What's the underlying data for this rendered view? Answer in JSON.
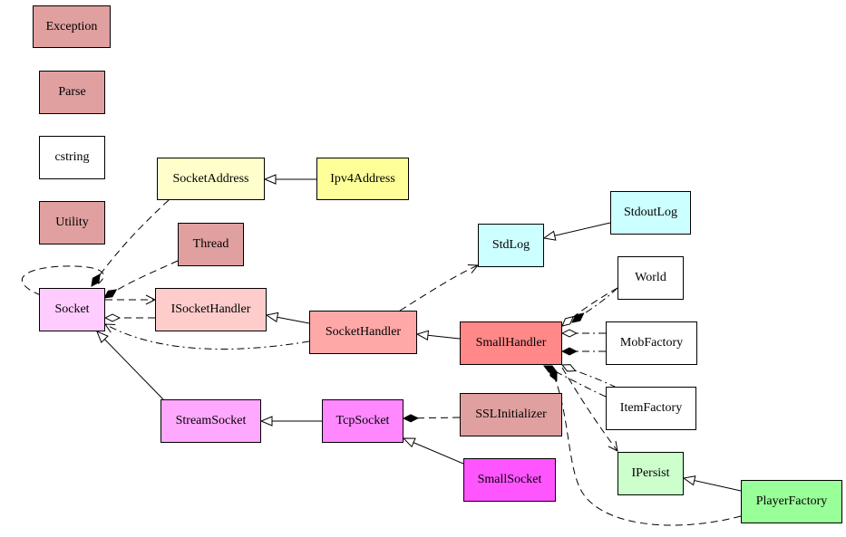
{
  "nodes": {
    "exception": {
      "label": "Exception",
      "color": "#e0a0a0"
    },
    "parse": {
      "label": "Parse",
      "color": "#e0a0a0"
    },
    "cstring": {
      "label": "cstring",
      "color": "#ffffff"
    },
    "utility": {
      "label": "Utility",
      "color": "#e0a0a0"
    },
    "socketaddress": {
      "label": "SocketAddress",
      "color": "#ffffcc"
    },
    "ipv4address": {
      "label": "Ipv4Address",
      "color": "#ffff99"
    },
    "thread": {
      "label": "Thread",
      "color": "#e0a0a0"
    },
    "socket": {
      "label": "Socket",
      "color": "#ffccff"
    },
    "isockethandler": {
      "label": "ISocketHandler",
      "color": "#ffcccc"
    },
    "sockethandler": {
      "label": "SocketHandler",
      "color": "#ffa8a8"
    },
    "stdlog": {
      "label": "StdLog",
      "color": "#ccffff"
    },
    "stdoutlog": {
      "label": "StdoutLog",
      "color": "#ccffff"
    },
    "world": {
      "label": "World",
      "color": "#ffffff"
    },
    "smallhandler": {
      "label": "SmallHandler",
      "color": "#ff8888"
    },
    "mobfactory": {
      "label": "MobFactory",
      "color": "#ffffff"
    },
    "itemfactory": {
      "label": "ItemFactory",
      "color": "#ffffff"
    },
    "streamsocket": {
      "label": "StreamSocket",
      "color": "#ffa8ff"
    },
    "tcpsocket": {
      "label": "TcpSocket",
      "color": "#ff88ff"
    },
    "sslinitializer": {
      "label": "SSLInitializer",
      "color": "#e0a0a0"
    },
    "smallsocket": {
      "label": "SmallSocket",
      "color": "#ff55ff"
    },
    "ipersist": {
      "label": "IPersist",
      "color": "#ccffcc"
    },
    "playerfactory": {
      "label": "PlayerFactory",
      "color": "#99ff99"
    }
  }
}
